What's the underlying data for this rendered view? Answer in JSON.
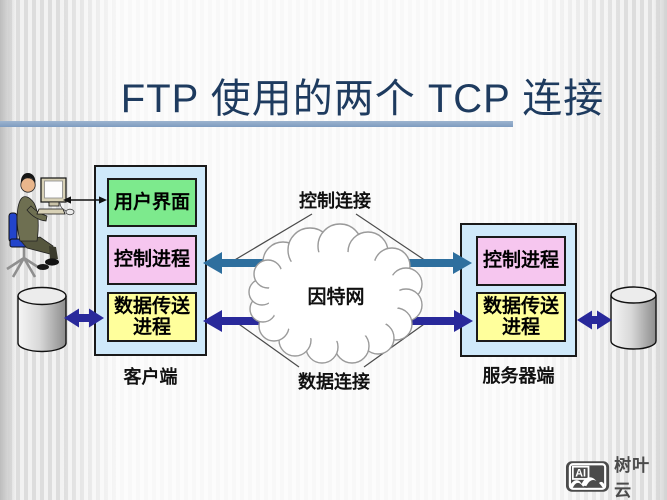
{
  "title": {
    "text": "FTP 使用的两个 TCP 连接"
  },
  "client": {
    "label": "客户端",
    "user_interface_box": "用户界面",
    "control_process_box": "控制进程",
    "data_transfer_box": "数据传送进程"
  },
  "server": {
    "label": "服务器端",
    "control_process_box": "控制进程",
    "data_transfer_box": "数据传送进程"
  },
  "network": {
    "cloud_label": "因特网",
    "control_connection_label": "控制连接",
    "data_connection_label": "数据连接"
  },
  "watermark": {
    "logo_text": "AI",
    "brand": "树叶云"
  },
  "colors": {
    "title": "#1e3b5f",
    "underline": "#8ba5c6",
    "control_arrow": "#2e6f9e",
    "data_arrow": "#29299b",
    "black_arrow": "#111111",
    "panel_bg": "#cfe9fa",
    "user_interface_bg": "#7dea8d",
    "control_process_bg": "#f6c6ef",
    "data_transfer_bg": "#ffff9c"
  }
}
